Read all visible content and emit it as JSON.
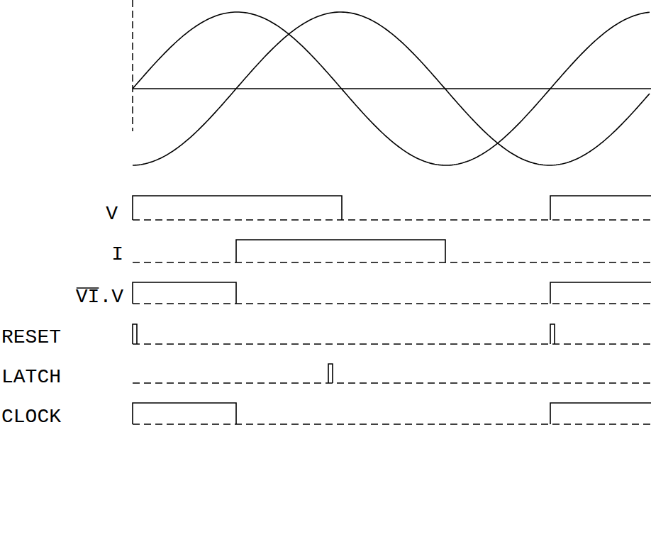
{
  "diagram": {
    "labels": [
      "V",
      "I",
      "VI.V",
      "RESET",
      "LATCH",
      "CLOCK"
    ]
  }
}
